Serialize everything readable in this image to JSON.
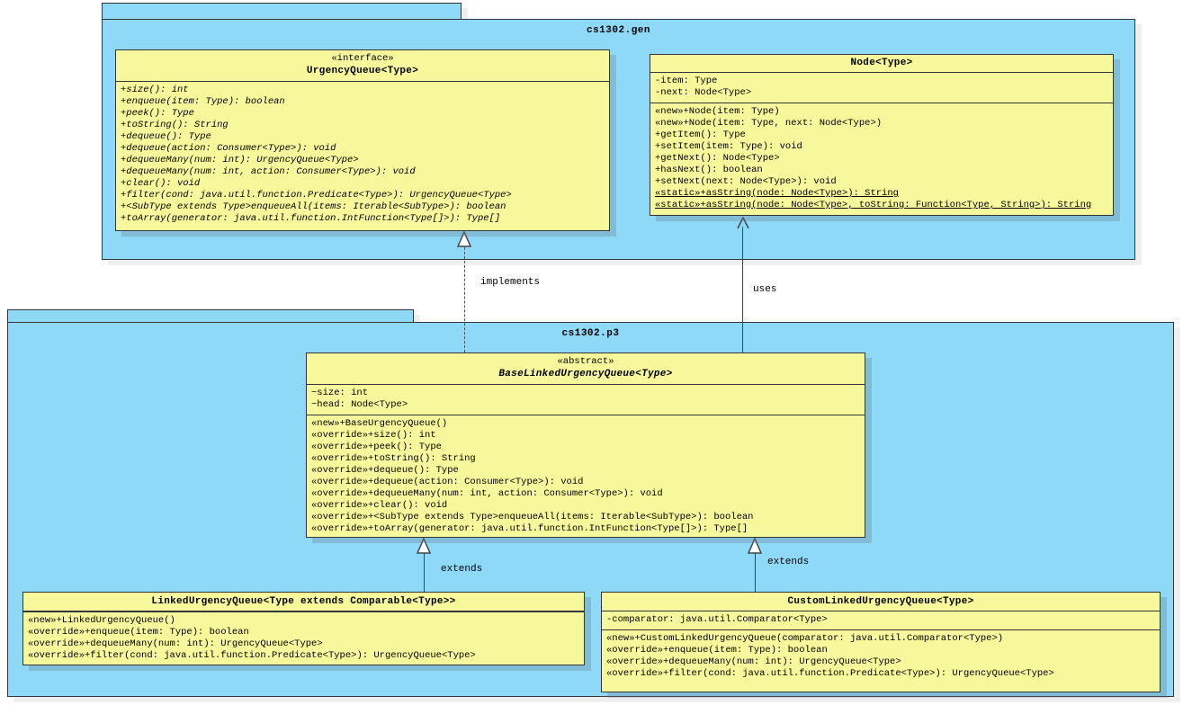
{
  "packages": {
    "gen": {
      "title": "cs1302.gen"
    },
    "p3": {
      "title": "cs1302.p3"
    }
  },
  "classes": {
    "urgency_queue": {
      "stereotype": "«interface»",
      "title": "UrgencyQueue<Type>",
      "methods": [
        "+size(): int",
        "+enqueue(item: Type): boolean",
        "+peek(): Type",
        "+toString(): String",
        "+dequeue(): Type",
        "+dequeue(action: Consumer<Type>): void",
        "+dequeueMany(num: int): UrgencyQueue<Type>",
        "+dequeueMany(num: int, action: Consumer<Type>): void",
        "+clear(): void",
        "+filter(cond: java.util.function.Predicate<Type>): UrgencyQueue<Type>",
        "+<SubType extends Type>enqueueAll(items: Iterable<SubType>): boolean",
        "+toArray(generator: java.util.function.IntFunction<Type[]>): Type[]"
      ]
    },
    "node": {
      "title": "Node<Type>",
      "fields": [
        "-item: Type",
        "-next: Node<Type>"
      ],
      "methods": [
        "«new»+Node(item: Type)",
        "«new»+Node(item: Type, next: Node<Type>)",
        "+getItem(): Type",
        "+setItem(item: Type): void",
        "+getNext(): Node<Type>",
        "+hasNext(): boolean",
        "+setNext(next: Node<Type>): void"
      ],
      "static_methods": [
        "«static»+asString(node: Node<Type>): String",
        "«static»+asString(node: Node<Type>, toString: Function<Type, String>): String"
      ]
    },
    "base": {
      "stereotype": "«abstract»",
      "title": "BaseLinkedUrgencyQueue<Type>",
      "fields": [
        "~size: int",
        "~head: Node<Type>"
      ],
      "methods": [
        "«new»+BaseUrgencyQueue()",
        "«override»+size(): int",
        "«override»+peek(): Type",
        "«override»+toString(): String",
        "«override»+dequeue(): Type",
        "«override»+dequeue(action: Consumer<Type>): void",
        "«override»+dequeueMany(num: int, action: Consumer<Type>): void",
        "«override»+clear(): void",
        "«override»+<SubType extends Type>enqueueAll(items: Iterable<SubType>): boolean",
        "«override»+toArray(generator: java.util.function.IntFunction<Type[]>): Type[]"
      ]
    },
    "linked": {
      "title": "LinkedUrgencyQueue<Type extends Comparable<Type>>",
      "methods": [
        "«new»+LinkedUrgencyQueue()",
        "«override»+enqueue(item: Type): boolean",
        "«override»+dequeueMany(num: int): UrgencyQueue<Type>",
        "«override»+filter(cond: java.util.function.Predicate<Type>): UrgencyQueue<Type>"
      ]
    },
    "custom": {
      "title": "CustomLinkedUrgencyQueue<Type>",
      "fields": [
        "-comparator: java.util.Comparator<Type>"
      ],
      "methods": [
        "«new»+CustomLinkedUrgencyQueue(comparator: java.util.Comparator<Type>)",
        "«override»+enqueue(item: Type): boolean",
        "«override»+dequeueMany(num: int): UrgencyQueue<Type>",
        "«override»+filter(cond: java.util.function.Predicate<Type>): UrgencyQueue<Type>"
      ]
    }
  },
  "relationships": {
    "implements_label": "implements",
    "uses_label": "uses",
    "extends_left_label": "extends",
    "extends_right_label": "extends"
  },
  "colors": {
    "package_fill": "#8ED9F8",
    "class_fill": "#F7F79B",
    "border": "#33373B",
    "line": "#41464B",
    "shadow": "#EFEFEF",
    "background": "#FFFFFF"
  }
}
